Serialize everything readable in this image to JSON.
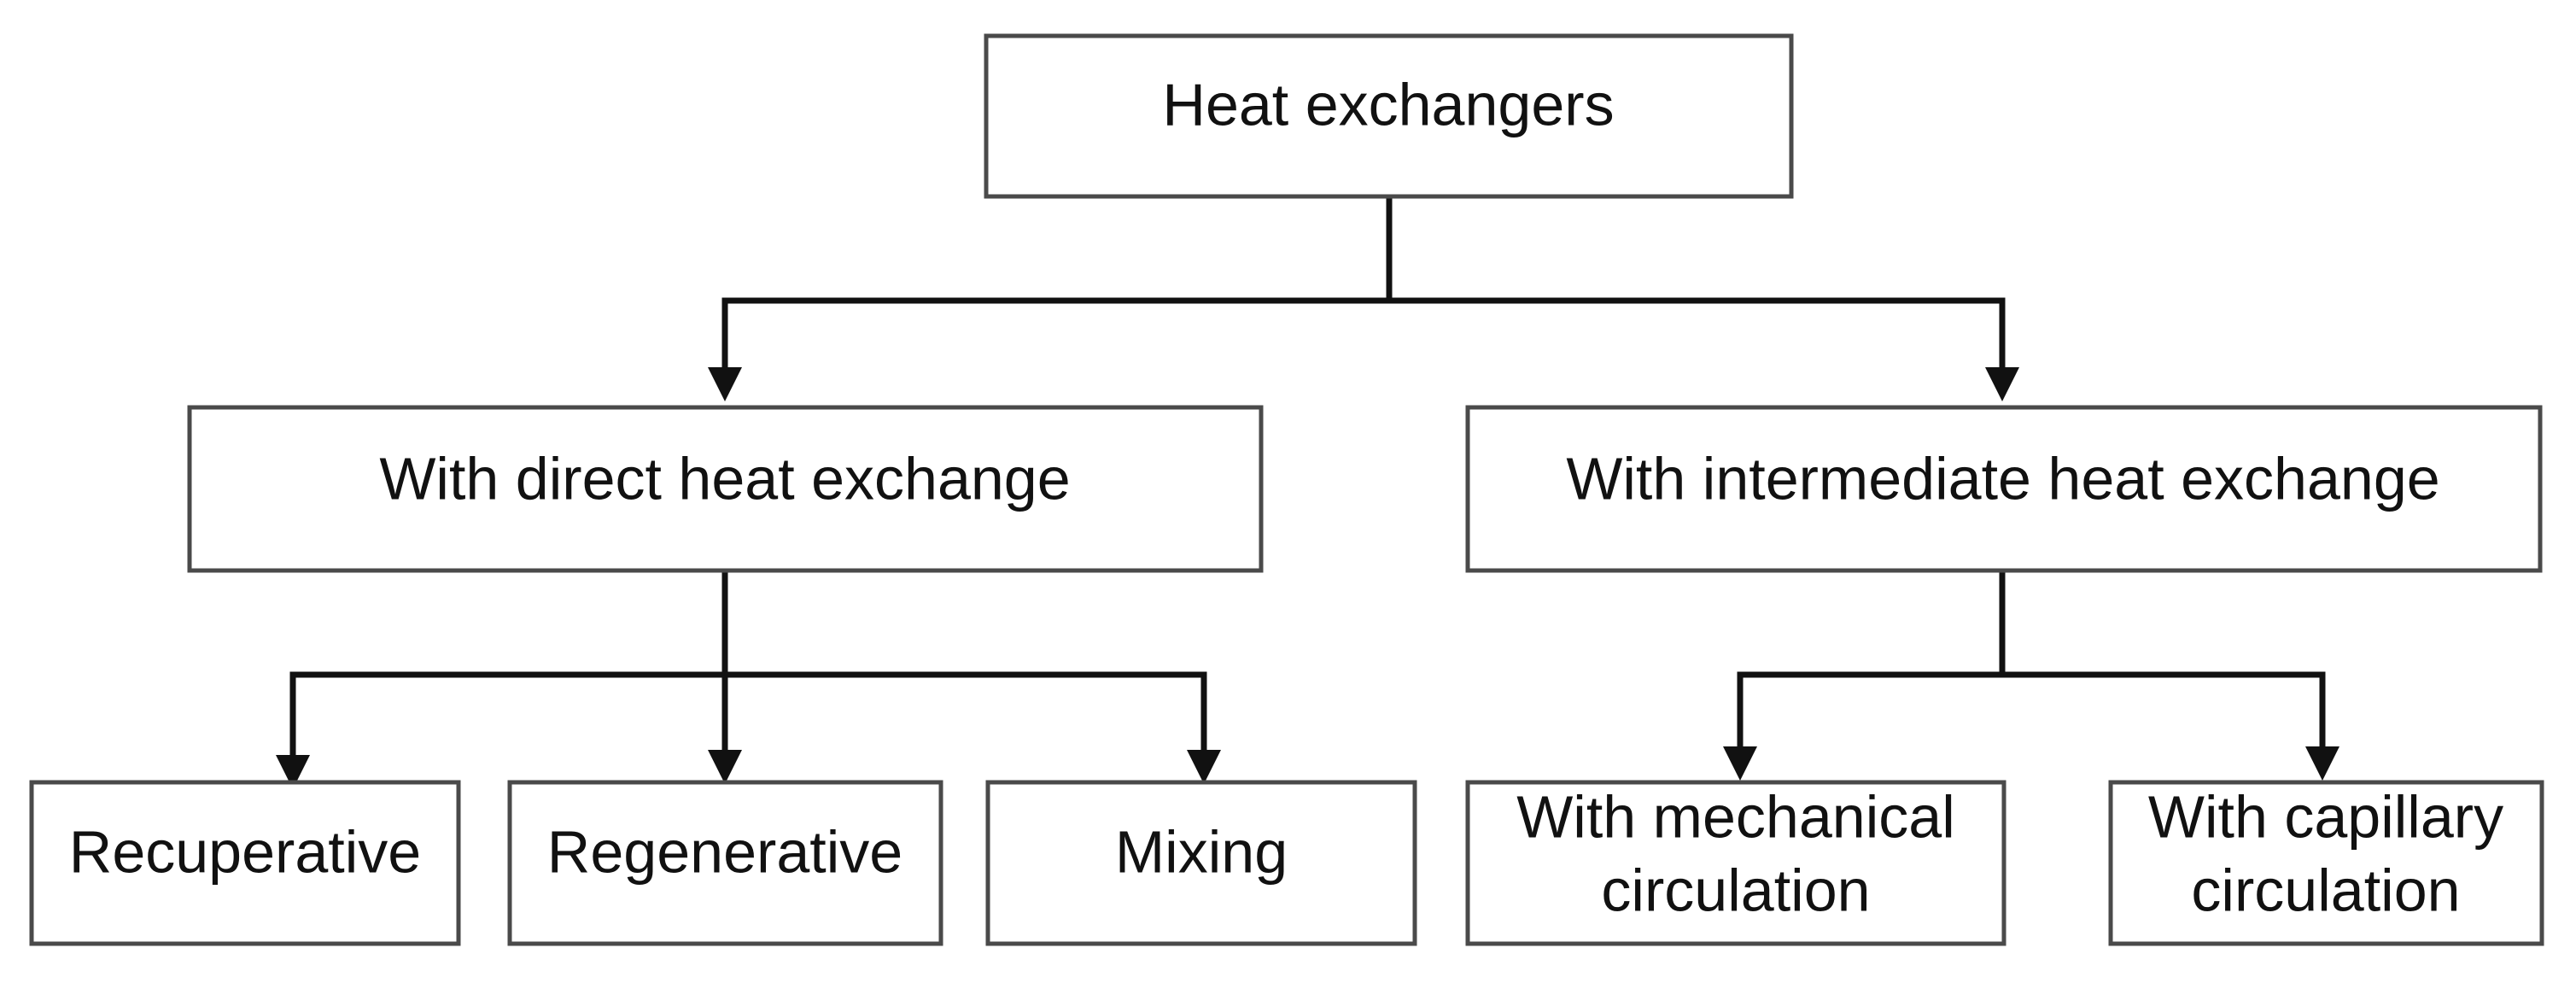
{
  "diagram": {
    "root": {
      "label": "Heat exchangers"
    },
    "level1": {
      "direct": {
        "label": "With direct heat exchange"
      },
      "intermediate": {
        "label": "With intermediate heat exchange"
      }
    },
    "level2": {
      "recuperative": {
        "label": "Recuperative"
      },
      "regenerative": {
        "label": "Regenerative"
      },
      "mixing": {
        "label": "Mixing"
      },
      "mechanical": {
        "line1": "With mechanical",
        "line2": "circulation"
      },
      "capillary": {
        "line1": "With capillary",
        "line2": "circulation"
      }
    },
    "edges": [
      {
        "from": "Heat exchangers",
        "to": "With direct heat exchange"
      },
      {
        "from": "Heat exchangers",
        "to": "With intermediate heat exchange"
      },
      {
        "from": "With direct heat exchange",
        "to": "Recuperative"
      },
      {
        "from": "With direct heat exchange",
        "to": "Regenerative"
      },
      {
        "from": "With direct heat exchange",
        "to": "Mixing"
      },
      {
        "from": "With intermediate heat exchange",
        "to": "With mechanical circulation"
      },
      {
        "from": "With intermediate heat exchange",
        "to": "With capillary circulation"
      }
    ]
  }
}
